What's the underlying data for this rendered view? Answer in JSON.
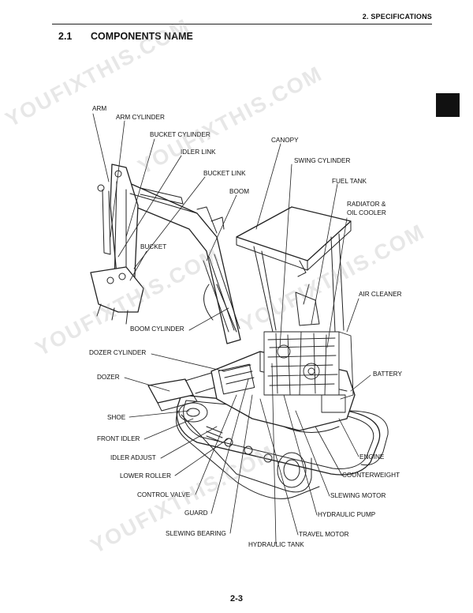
{
  "header": {
    "section": "2. SPECIFICATIONS"
  },
  "title": {
    "number": "2.1",
    "text": "COMPONENTS NAME"
  },
  "labels": {
    "arm": "ARM",
    "arm_cylinder": "ARM CYLINDER",
    "bucket_cylinder": "BUCKET CYLINDER",
    "idler_link": "IDLER LINK",
    "bucket_link": "BUCKET LINK",
    "boom": "BOOM",
    "bucket": "BUCKET",
    "canopy": "CANOPY",
    "swing_cylinder": "SWING CYLINDER",
    "fuel_tank": "FUEL TANK",
    "radiator_1": "RADIATOR &",
    "radiator_2": "OIL COOLER",
    "air_cleaner": "AIR CLEANER",
    "boom_cylinder": "BOOM CYLINDER",
    "dozer_cylinder": "DOZER CYLINDER",
    "battery": "BATTERY",
    "dozer": "DOZER",
    "shoe": "SHOE",
    "front_idler": "FRONT IDLER",
    "engine": "ENGINE",
    "idler_adjust": "IDLER ADJUST",
    "lower_roller": "LOWER ROLLER",
    "counterweight": "COUNTERWEIGHT",
    "control_valve": "CONTROL VALVE",
    "slewing_motor": "SLEWING MOTOR",
    "guard": "GUARD",
    "hydraulic_pump": "HYDRAULIC PUMP",
    "slewing_bearing": "SLEWING BEARING",
    "travel_motor": "TRAVEL MOTOR",
    "hydraulic_tank": "HYDRAULIC TANK"
  },
  "watermark": [
    "YOUFIXTHIS.COM",
    "YOUFIXTHIS.COM",
    "YOUFIXTHIS.COM",
    "YOUFIXTHIS.COM",
    "YOUFIXTHIS.COM"
  ],
  "page_number": "2-3"
}
